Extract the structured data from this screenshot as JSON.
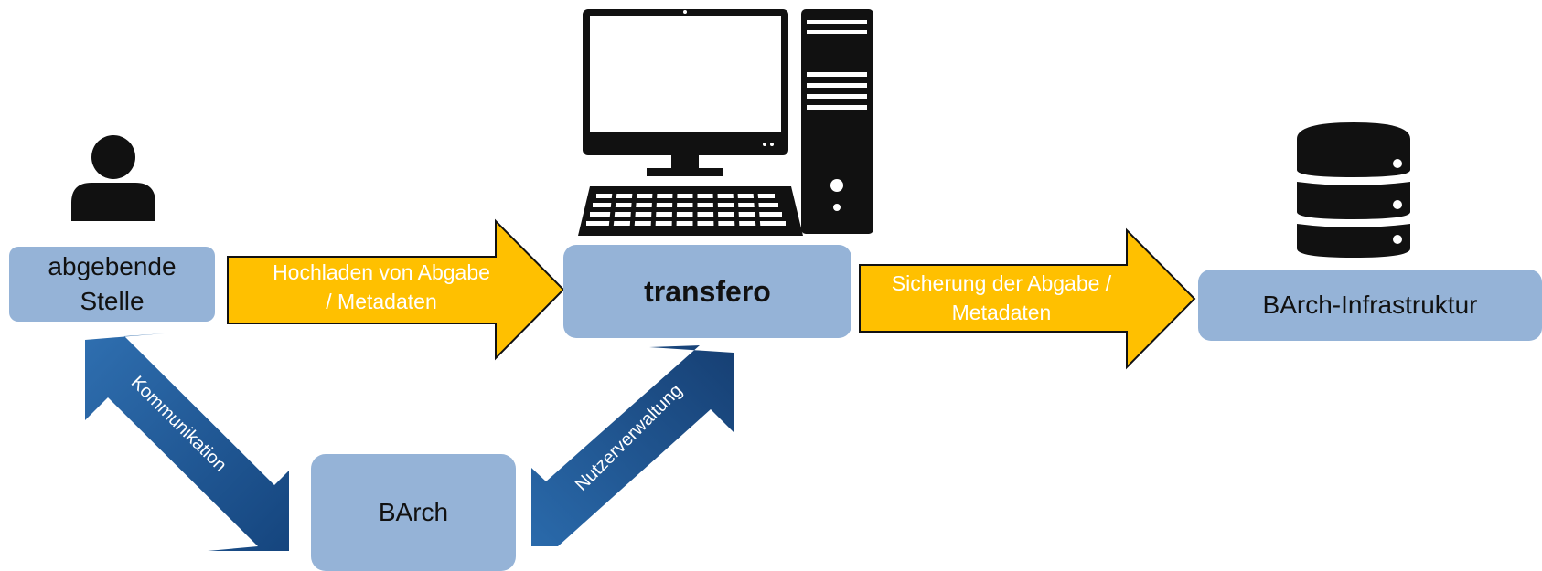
{
  "nodes": {
    "abgebende_line1": "abgebende",
    "abgebende_line2": "Stelle",
    "transfero": "transfero",
    "infrastruktur": "BArch-Infrastruktur",
    "barch": "BArch"
  },
  "arrows": {
    "upload_line1": "Hochladen von Abgabe",
    "upload_line2": "/ Metadaten",
    "backup_line1": "Sicherung der Abgabe /",
    "backup_line2": "Metadaten",
    "communication": "Kommunikation",
    "user_management": "Nutzerverwaltung"
  },
  "colors": {
    "box_fill": "#95b3d7",
    "flow_arrow": "#ffc000",
    "relation_arrow": "#1f5c9e",
    "icon": "#111111"
  },
  "icons": [
    "person-icon",
    "computer-icon",
    "database-icon"
  ]
}
